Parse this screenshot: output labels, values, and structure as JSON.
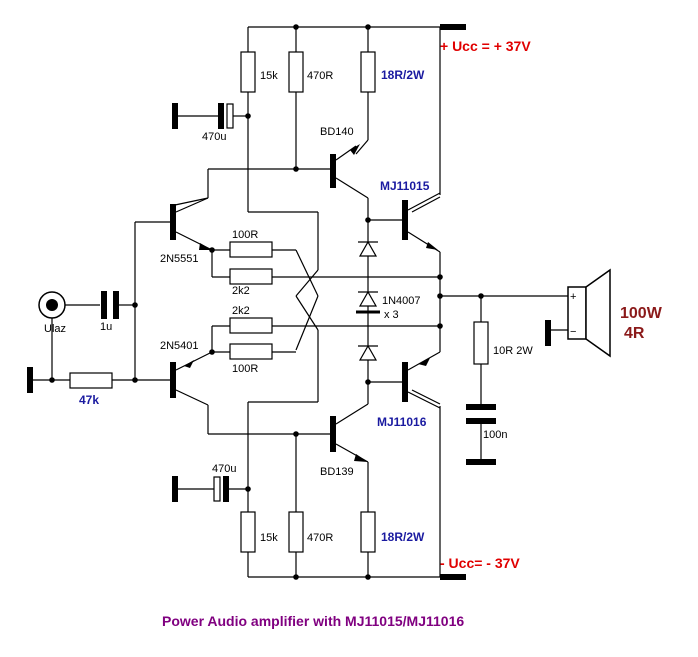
{
  "title": "Power Audio amplifier with MJ11015/MJ11016",
  "supply": {
    "positive": "+ Ucc = + 37V",
    "negative": "- Ucc= - 37V"
  },
  "output": {
    "power": "100W",
    "impedance": "4R",
    "plus_sign": "+",
    "minus_sign": "−"
  },
  "components": {
    "r_top_15k": "15k",
    "r_top_470": "470R",
    "r_top_18": "18R/2W",
    "c_top_470u": "470u",
    "q_bd140": "BD140",
    "q_mj11015": "MJ11015",
    "q_2n5551": "2N5551",
    "r_100r_top": "100R",
    "r_2k2_top": "2k2",
    "diodes": "1N4007",
    "diodes_count": "x 3",
    "r_2k2_bottom": "2k2",
    "q_2n5401": "2N5401",
    "r_100r_bottom": "100R",
    "c_input": "1u",
    "input_label": "Ulaz",
    "r_input": "47k",
    "q_mj11016": "MJ11016",
    "q_bd139": "BD139",
    "c_bottom_470u": "470u",
    "r_bottom_15k": "15k",
    "r_bottom_470": "470R",
    "r_bottom_18": "18R/2W",
    "r_zobel": "10R 2W",
    "c_zobel": "100n"
  }
}
